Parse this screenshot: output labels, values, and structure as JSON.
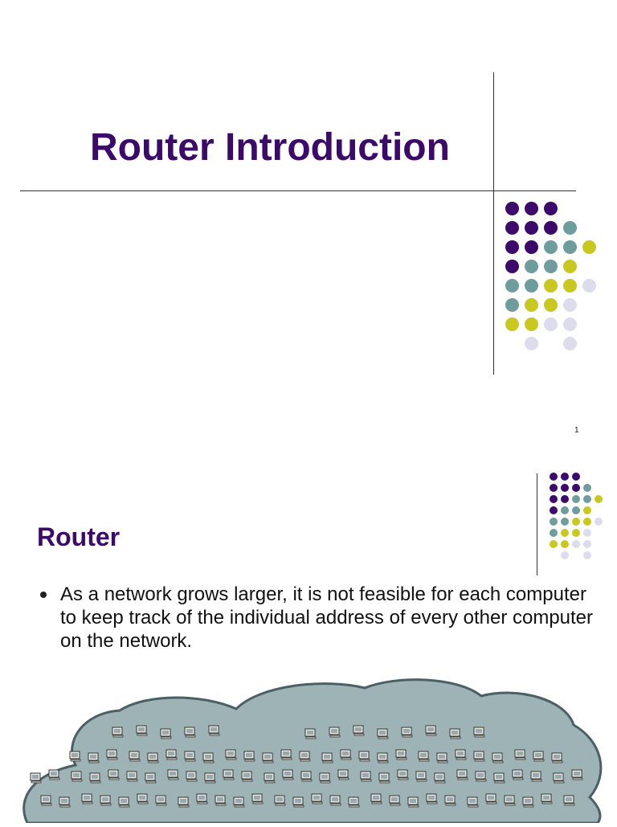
{
  "slide1": {
    "title": "Router Introduction",
    "page_number": "1"
  },
  "slide2": {
    "title": "Router",
    "bullets": [
      "As a network grows larger, it is not feasible for each computer to keep track of the individual address of every other computer on the network."
    ]
  },
  "colors": {
    "title": "#3b0a6b",
    "dot_purple": "#3b0a6b",
    "dot_teal": "#6f9d9d",
    "dot_yellow": "#c8c81e",
    "dot_lavender": "#dcdcec",
    "cloud_fill": "#9db3b6",
    "cloud_stroke": "#4b5f66"
  },
  "decoration": {
    "dot_grid_rows": [
      [
        "purple",
        "purple",
        "purple",
        "",
        ""
      ],
      [
        "purple",
        "purple",
        "purple",
        "teal",
        ""
      ],
      [
        "purple",
        "purple",
        "teal",
        "teal",
        "yellow"
      ],
      [
        "purple",
        "teal",
        "teal",
        "yellow",
        ""
      ],
      [
        "teal",
        "teal",
        "yellow",
        "yellow",
        "lavender"
      ],
      [
        "teal",
        "yellow",
        "yellow",
        "lavender",
        ""
      ],
      [
        "yellow",
        "yellow",
        "lavender",
        "lavender",
        ""
      ],
      [
        "",
        "lavender",
        "",
        "lavender",
        ""
      ]
    ],
    "network_icon": "computer-icon"
  }
}
